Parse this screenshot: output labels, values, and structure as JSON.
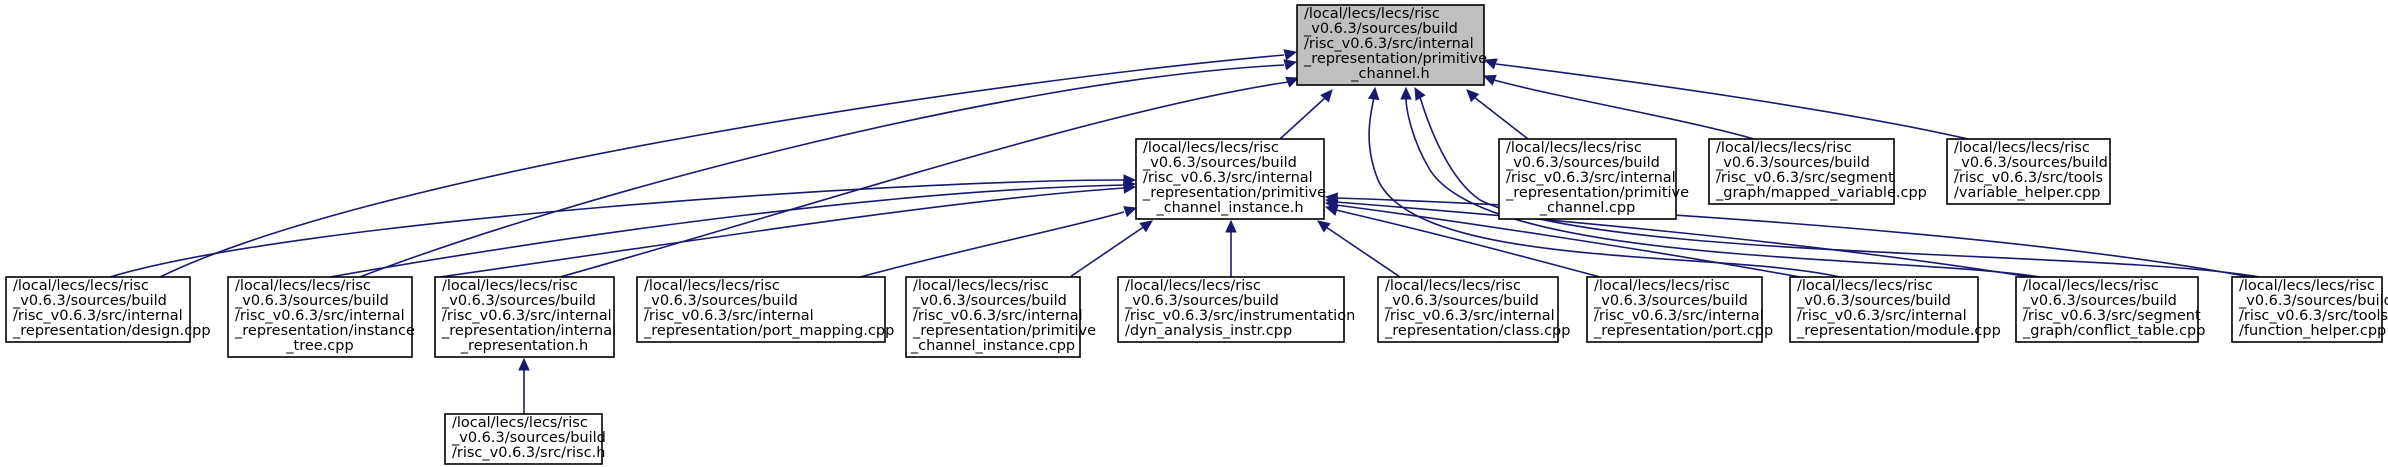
{
  "diagram": {
    "title": "",
    "nodes": [
      {
        "id": "root",
        "lines": [
          "/local/lecs/lecs/risc",
          "_v0.6.3/sources/build",
          "/risc_v0.6.3/src/internal",
          "_representation/primitive",
          "_channel.h"
        ]
      },
      {
        "id": "pci_h",
        "lines": [
          "/local/lecs/lecs/risc",
          "_v0.6.3/sources/build",
          "/risc_v0.6.3/src/internal",
          "_representation/primitive",
          "_channel_instance.h"
        ]
      },
      {
        "id": "pc_cpp",
        "lines": [
          "/local/lecs/lecs/risc",
          "_v0.6.3/sources/build",
          "/risc_v0.6.3/src/internal",
          "_representation/primitive",
          "_channel.cpp"
        ]
      },
      {
        "id": "mapped_var",
        "lines": [
          "/local/lecs/lecs/risc",
          "_v0.6.3/sources/build",
          "/risc_v0.6.3/src/segment",
          "_graph/mapped_variable.cpp"
        ]
      },
      {
        "id": "var_helper",
        "lines": [
          "/local/lecs/lecs/risc",
          "_v0.6.3/sources/build",
          "/risc_v0.6.3/src/tools",
          "/variable_helper.cpp"
        ]
      },
      {
        "id": "design",
        "lines": [
          "/local/lecs/lecs/risc",
          "_v0.6.3/sources/build",
          "/risc_v0.6.3/src/internal",
          "_representation/design.cpp"
        ]
      },
      {
        "id": "inst_tree",
        "lines": [
          "/local/lecs/lecs/risc",
          "_v0.6.3/sources/build",
          "/risc_v0.6.3/src/internal",
          "_representation/instance",
          "_tree.cpp"
        ]
      },
      {
        "id": "internal_h",
        "lines": [
          "/local/lecs/lecs/risc",
          "_v0.6.3/sources/build",
          "/risc_v0.6.3/src/internal",
          "_representation/internal",
          "_representation.h"
        ]
      },
      {
        "id": "port_map",
        "lines": [
          "/local/lecs/lecs/risc",
          "_v0.6.3/sources/build",
          "/risc_v0.6.3/src/internal",
          "_representation/port_mapping.cpp"
        ]
      },
      {
        "id": "pci_cpp",
        "lines": [
          "/local/lecs/lecs/risc",
          "_v0.6.3/sources/build",
          "/risc_v0.6.3/src/internal",
          "_representation/primitive",
          "_channel_instance.cpp"
        ]
      },
      {
        "id": "dyn",
        "lines": [
          "/local/lecs/lecs/risc",
          "_v0.6.3/sources/build",
          "/risc_v0.6.3/src/instrumentation",
          "/dyn_analysis_instr.cpp"
        ]
      },
      {
        "id": "class",
        "lines": [
          "/local/lecs/lecs/risc",
          "_v0.6.3/sources/build",
          "/risc_v0.6.3/src/internal",
          "_representation/class.cpp"
        ]
      },
      {
        "id": "port",
        "lines": [
          "/local/lecs/lecs/risc",
          "_v0.6.3/sources/build",
          "/risc_v0.6.3/src/internal",
          "_representation/port.cpp"
        ]
      },
      {
        "id": "module",
        "lines": [
          "/local/lecs/lecs/risc",
          "_v0.6.3/sources/build",
          "/risc_v0.6.3/src/internal",
          "_representation/module.cpp"
        ]
      },
      {
        "id": "conflict",
        "lines": [
          "/local/lecs/lecs/risc",
          "_v0.6.3/sources/build",
          "/risc_v0.6.3/src/segment",
          "_graph/conflict_table.cpp"
        ]
      },
      {
        "id": "func_helper",
        "lines": [
          "/local/lecs/lecs/risc",
          "_v0.6.3/sources/build",
          "/risc_v0.6.3/src/tools",
          "/function_helper.cpp"
        ]
      },
      {
        "id": "risc_h",
        "lines": [
          "/local/lecs/lecs/risc",
          "_v0.6.3/sources/build",
          "/risc_v0.6.3/src/risc.h"
        ]
      }
    ],
    "edges": [
      {
        "from": "pci_h",
        "to": "root"
      },
      {
        "from": "pc_cpp",
        "to": "root"
      },
      {
        "from": "mapped_var",
        "to": "root"
      },
      {
        "from": "var_helper",
        "to": "root"
      },
      {
        "from": "design",
        "to": "root"
      },
      {
        "from": "inst_tree",
        "to": "root"
      },
      {
        "from": "internal_h",
        "to": "root"
      },
      {
        "from": "module",
        "to": "root"
      },
      {
        "from": "conflict",
        "to": "root"
      },
      {
        "from": "func_helper",
        "to": "root"
      },
      {
        "from": "design",
        "to": "pci_h"
      },
      {
        "from": "inst_tree",
        "to": "pci_h"
      },
      {
        "from": "internal_h",
        "to": "pci_h"
      },
      {
        "from": "port_map",
        "to": "pci_h"
      },
      {
        "from": "pci_cpp",
        "to": "pci_h"
      },
      {
        "from": "dyn",
        "to": "pci_h"
      },
      {
        "from": "class",
        "to": "pci_h"
      },
      {
        "from": "port",
        "to": "pci_h"
      },
      {
        "from": "module",
        "to": "pci_h"
      },
      {
        "from": "conflict",
        "to": "pci_h"
      },
      {
        "from": "func_helper",
        "to": "pci_h"
      },
      {
        "from": "risc_h",
        "to": "internal_h"
      }
    ],
    "colors": {
      "edge": "#191970",
      "root_fill": "#bfbfbf",
      "node_fill": "#ffffff",
      "border": "#000000"
    }
  }
}
